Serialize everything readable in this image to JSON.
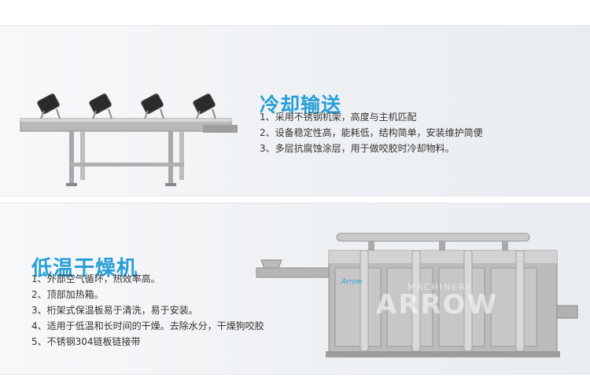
{
  "conveyor": {
    "title": "冷却输送",
    "items": [
      "1、采用不锈钢机架，高度与主机匹配",
      "2、设备稳定性高，能耗低，结构简单，安装维护简便",
      "3、多层抗腐蚀涂层，用于做咬胶时冷却物料。"
    ],
    "image_icon": "cooling-conveyor-machine"
  },
  "dryer": {
    "title": "低温干燥机",
    "items": [
      "1、外部空气循环，热效率高。",
      "2、顶部加热箱。",
      "3、桁架式保温板易于清洗，易于安装。",
      "4、适用于低温和长时间的干燥。去除水分，干燥狗咬胶",
      "5、不锈钢304链板链接带"
    ],
    "image_icon": "low-temperature-dryer-machine",
    "watermark": "ARROW",
    "watermark_sub": "MACHINERY",
    "logo": "Arrow"
  },
  "colors": {
    "title_blue": "#2a9fd6",
    "text": "#333333",
    "steel": "#a9a9a9"
  }
}
